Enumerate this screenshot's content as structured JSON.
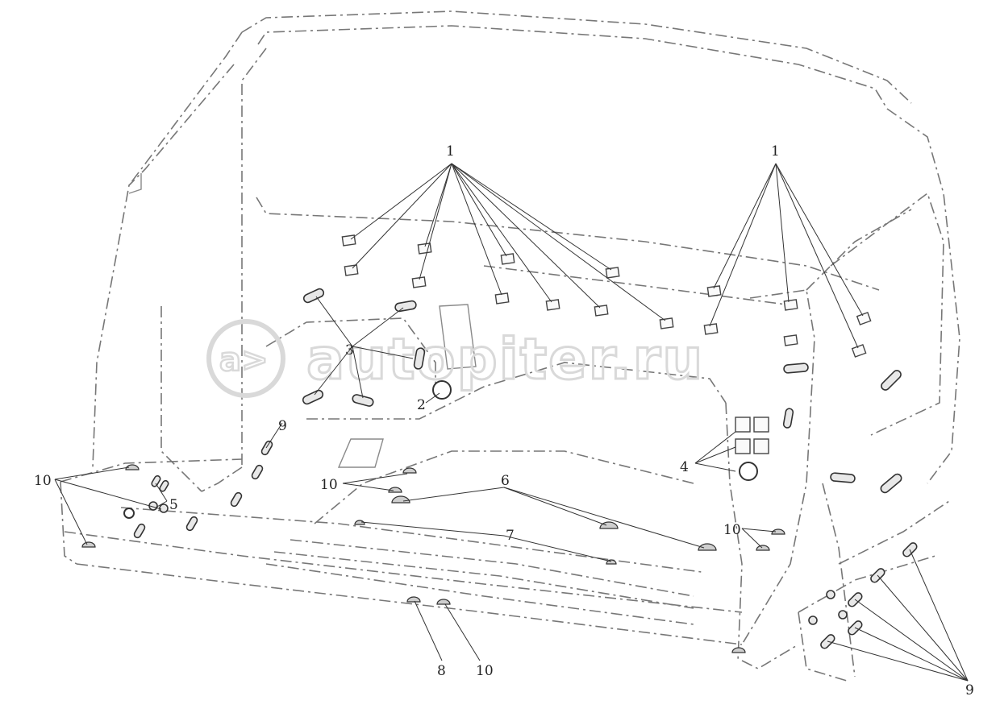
{
  "watermark": {
    "text": "autopiter.ru",
    "glyph": "a>"
  },
  "callouts": {
    "c1_left": "1",
    "c1_right": "1",
    "c2": "2",
    "c3": "3",
    "c4": "4",
    "c5": "5",
    "c6": "6",
    "c7": "7",
    "c8": "8",
    "c9_left": "9",
    "c9_right": "9",
    "c10_left": "10",
    "c10_center": "10",
    "c10_right": "10",
    "c10_bottom": "10"
  }
}
